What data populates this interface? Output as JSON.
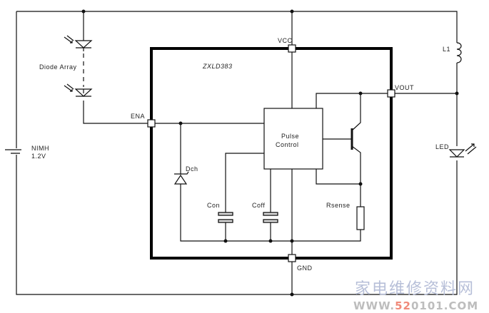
{
  "labels": {
    "vcc": "VCC",
    "ena": "ENA",
    "vout": "VOUT",
    "gnd": "GND",
    "chip": "ZXLD383",
    "pulse_line1": "Pulse",
    "pulse_line2": "Control",
    "diode_array": "Diode Array",
    "battery_line1": "NIMH",
    "battery_line2": "1.2V",
    "l1": "L1",
    "led": "LED",
    "dch": "Dch",
    "con": "Con",
    "coff": "Coff",
    "rsense": "Rsense"
  },
  "watermark": {
    "cn": "家电维修资料网",
    "url_a": "WWW.",
    "url_b": "52",
    "url_c": "0101.COM",
    "accent": "#f08a7a"
  }
}
